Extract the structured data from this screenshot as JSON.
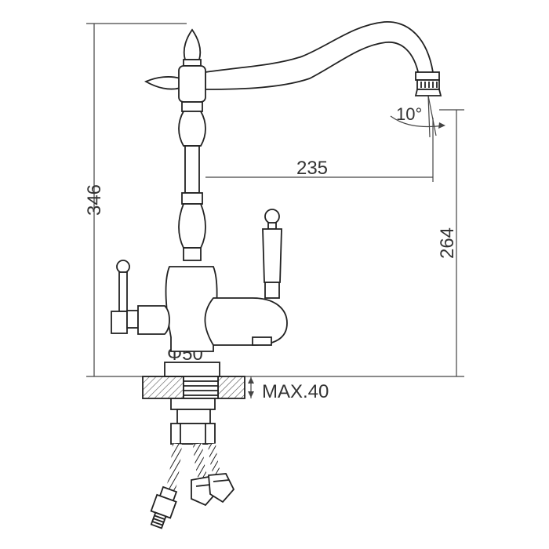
{
  "dimensions": {
    "total_height": "346",
    "spout_reach": "235",
    "spout_height": "264",
    "spout_angle": "10°",
    "base_diameter": "Φ50",
    "max_thickness": "MAX.40"
  },
  "colors": {
    "line": "#333333",
    "background": "#ffffff"
  }
}
